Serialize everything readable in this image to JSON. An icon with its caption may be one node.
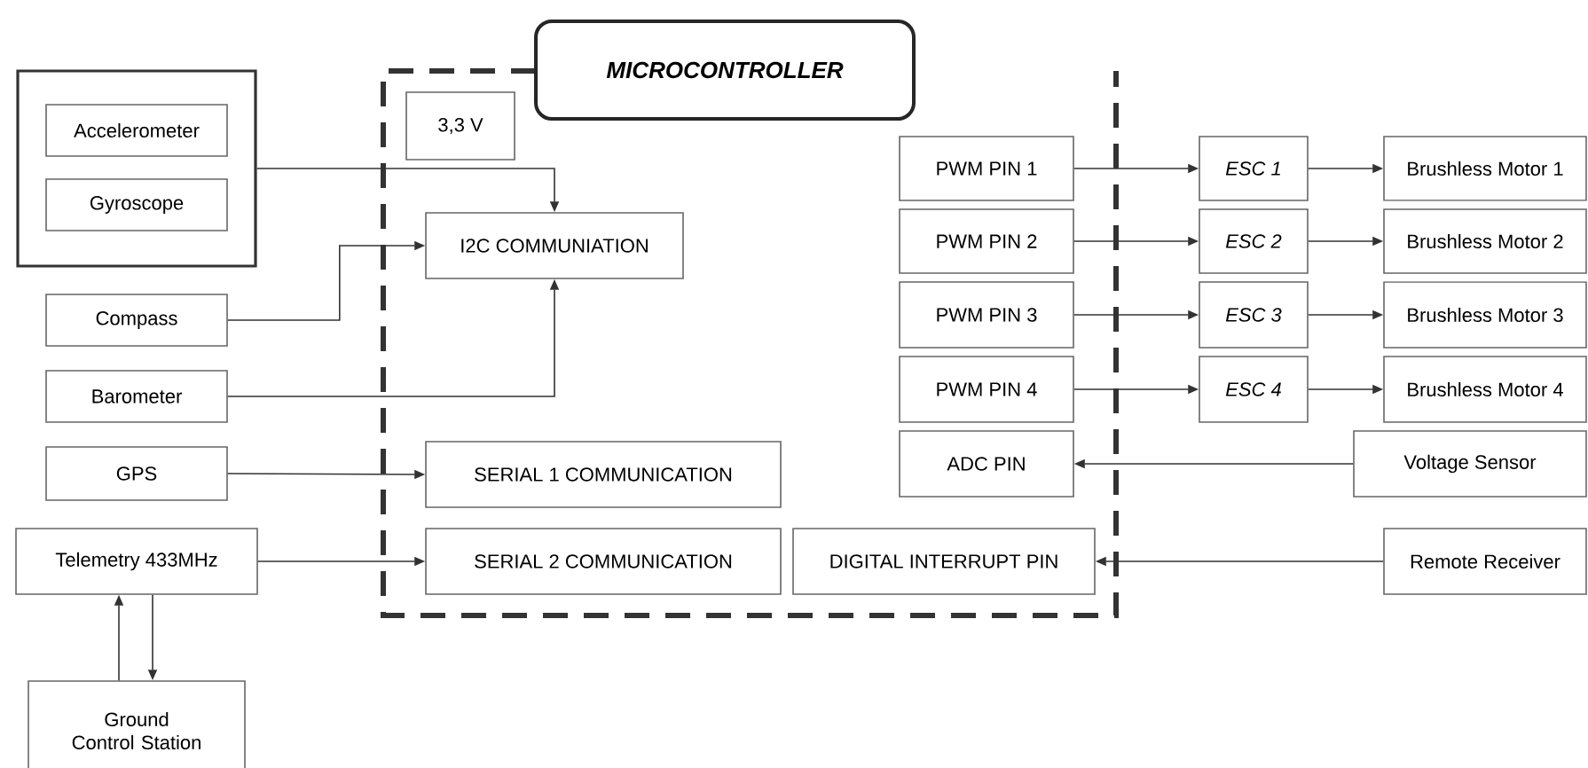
{
  "diagram": {
    "nodes": [
      {
        "text": [
          "MICROCONTROLLER"
        ]
      },
      {
        "text": [],
        "shape": "box"
      },
      {
        "text": [
          "Accelerometer"
        ],
        "in": 1
      },
      {
        "text": [
          "Gyroscope"
        ],
        "in": 1
      },
      {
        "text": [
          "Compass"
        ]
      },
      {
        "text": [
          "Barometer"
        ]
      },
      {
        "text": [
          "GPS"
        ]
      },
      {
        "text": [
          "Telemetry 433MHz"
        ]
      },
      {
        "text": [
          "Ground Control Station"
        ]
      },
      {
        "text": [
          "3,3 V"
        ],
        "in": 0
      },
      {
        "text": [
          "I2C COMMUNIATION"
        ],
        "in": 0
      },
      {
        "text": [
          "SERIAL 1 COMMUNICATION"
        ],
        "in": 0
      },
      {
        "text": [
          "SERIAL 2 COMMUNICATION"
        ],
        "in": 0
      },
      {
        "text": [
          "PWM PIN 1"
        ],
        "in": 0
      },
      {
        "text": [
          "PWM PIN 2"
        ],
        "in": 0
      },
      {
        "text": [
          "PWM PIN 3"
        ],
        "in": 0
      },
      {
        "text": [
          "PWM PIN 4"
        ],
        "in": 0
      },
      {
        "text": [
          "ADC PIN"
        ],
        "in": 0
      },
      {
        "text": [
          "DIGITAL INTERRUPT PIN"
        ],
        "in": 0
      },
      {
        "text": [
          "ESC 1"
        ]
      },
      {
        "text": [
          "ESC 2"
        ]
      },
      {
        "text": [
          "ESC 3"
        ]
      },
      {
        "text": [
          "ESC 4"
        ]
      },
      {
        "text": [
          "Brushless Motor 1"
        ]
      },
      {
        "text": [
          "Brushless Motor 2"
        ]
      },
      {
        "text": [
          "Brushless Motor 3"
        ]
      },
      {
        "text": [
          "Brushless Motor 4"
        ]
      },
      {
        "text": [
          "Voltage Sensor"
        ]
      },
      {
        "text": [
          "Remote Receiver"
        ]
      }
    ],
    "edges": [
      {
        "from": 1,
        "to": 10,
        "arrow": "to"
      },
      {
        "from": 4,
        "to": 10,
        "arrow": "to"
      },
      {
        "from": 5,
        "to": 10,
        "arrow": "to"
      },
      {
        "from": 6,
        "to": 11,
        "arrow": "to"
      },
      {
        "from": 7,
        "to": 12,
        "arrow": "to"
      },
      {
        "from": 8,
        "to": 7,
        "arrow": "to"
      },
      {
        "from": 7,
        "to": 8,
        "arrow": "to"
      },
      {
        "from": 13,
        "to": 19,
        "arrow": "to"
      },
      {
        "from": 14,
        "to": 20,
        "arrow": "to"
      },
      {
        "from": 15,
        "to": 21,
        "arrow": "to"
      },
      {
        "from": 16,
        "to": 22,
        "arrow": "to"
      },
      {
        "from": 19,
        "to": 23,
        "arrow": "to"
      },
      {
        "from": 20,
        "to": 24,
        "arrow": "to"
      },
      {
        "from": 21,
        "to": 25,
        "arrow": "to"
      },
      {
        "from": 22,
        "to": 26,
        "arrow": "to"
      },
      {
        "from": 27,
        "to": 17,
        "arrow": "to"
      },
      {
        "from": 28,
        "to": 18,
        "arrow": "to"
      }
    ]
  }
}
